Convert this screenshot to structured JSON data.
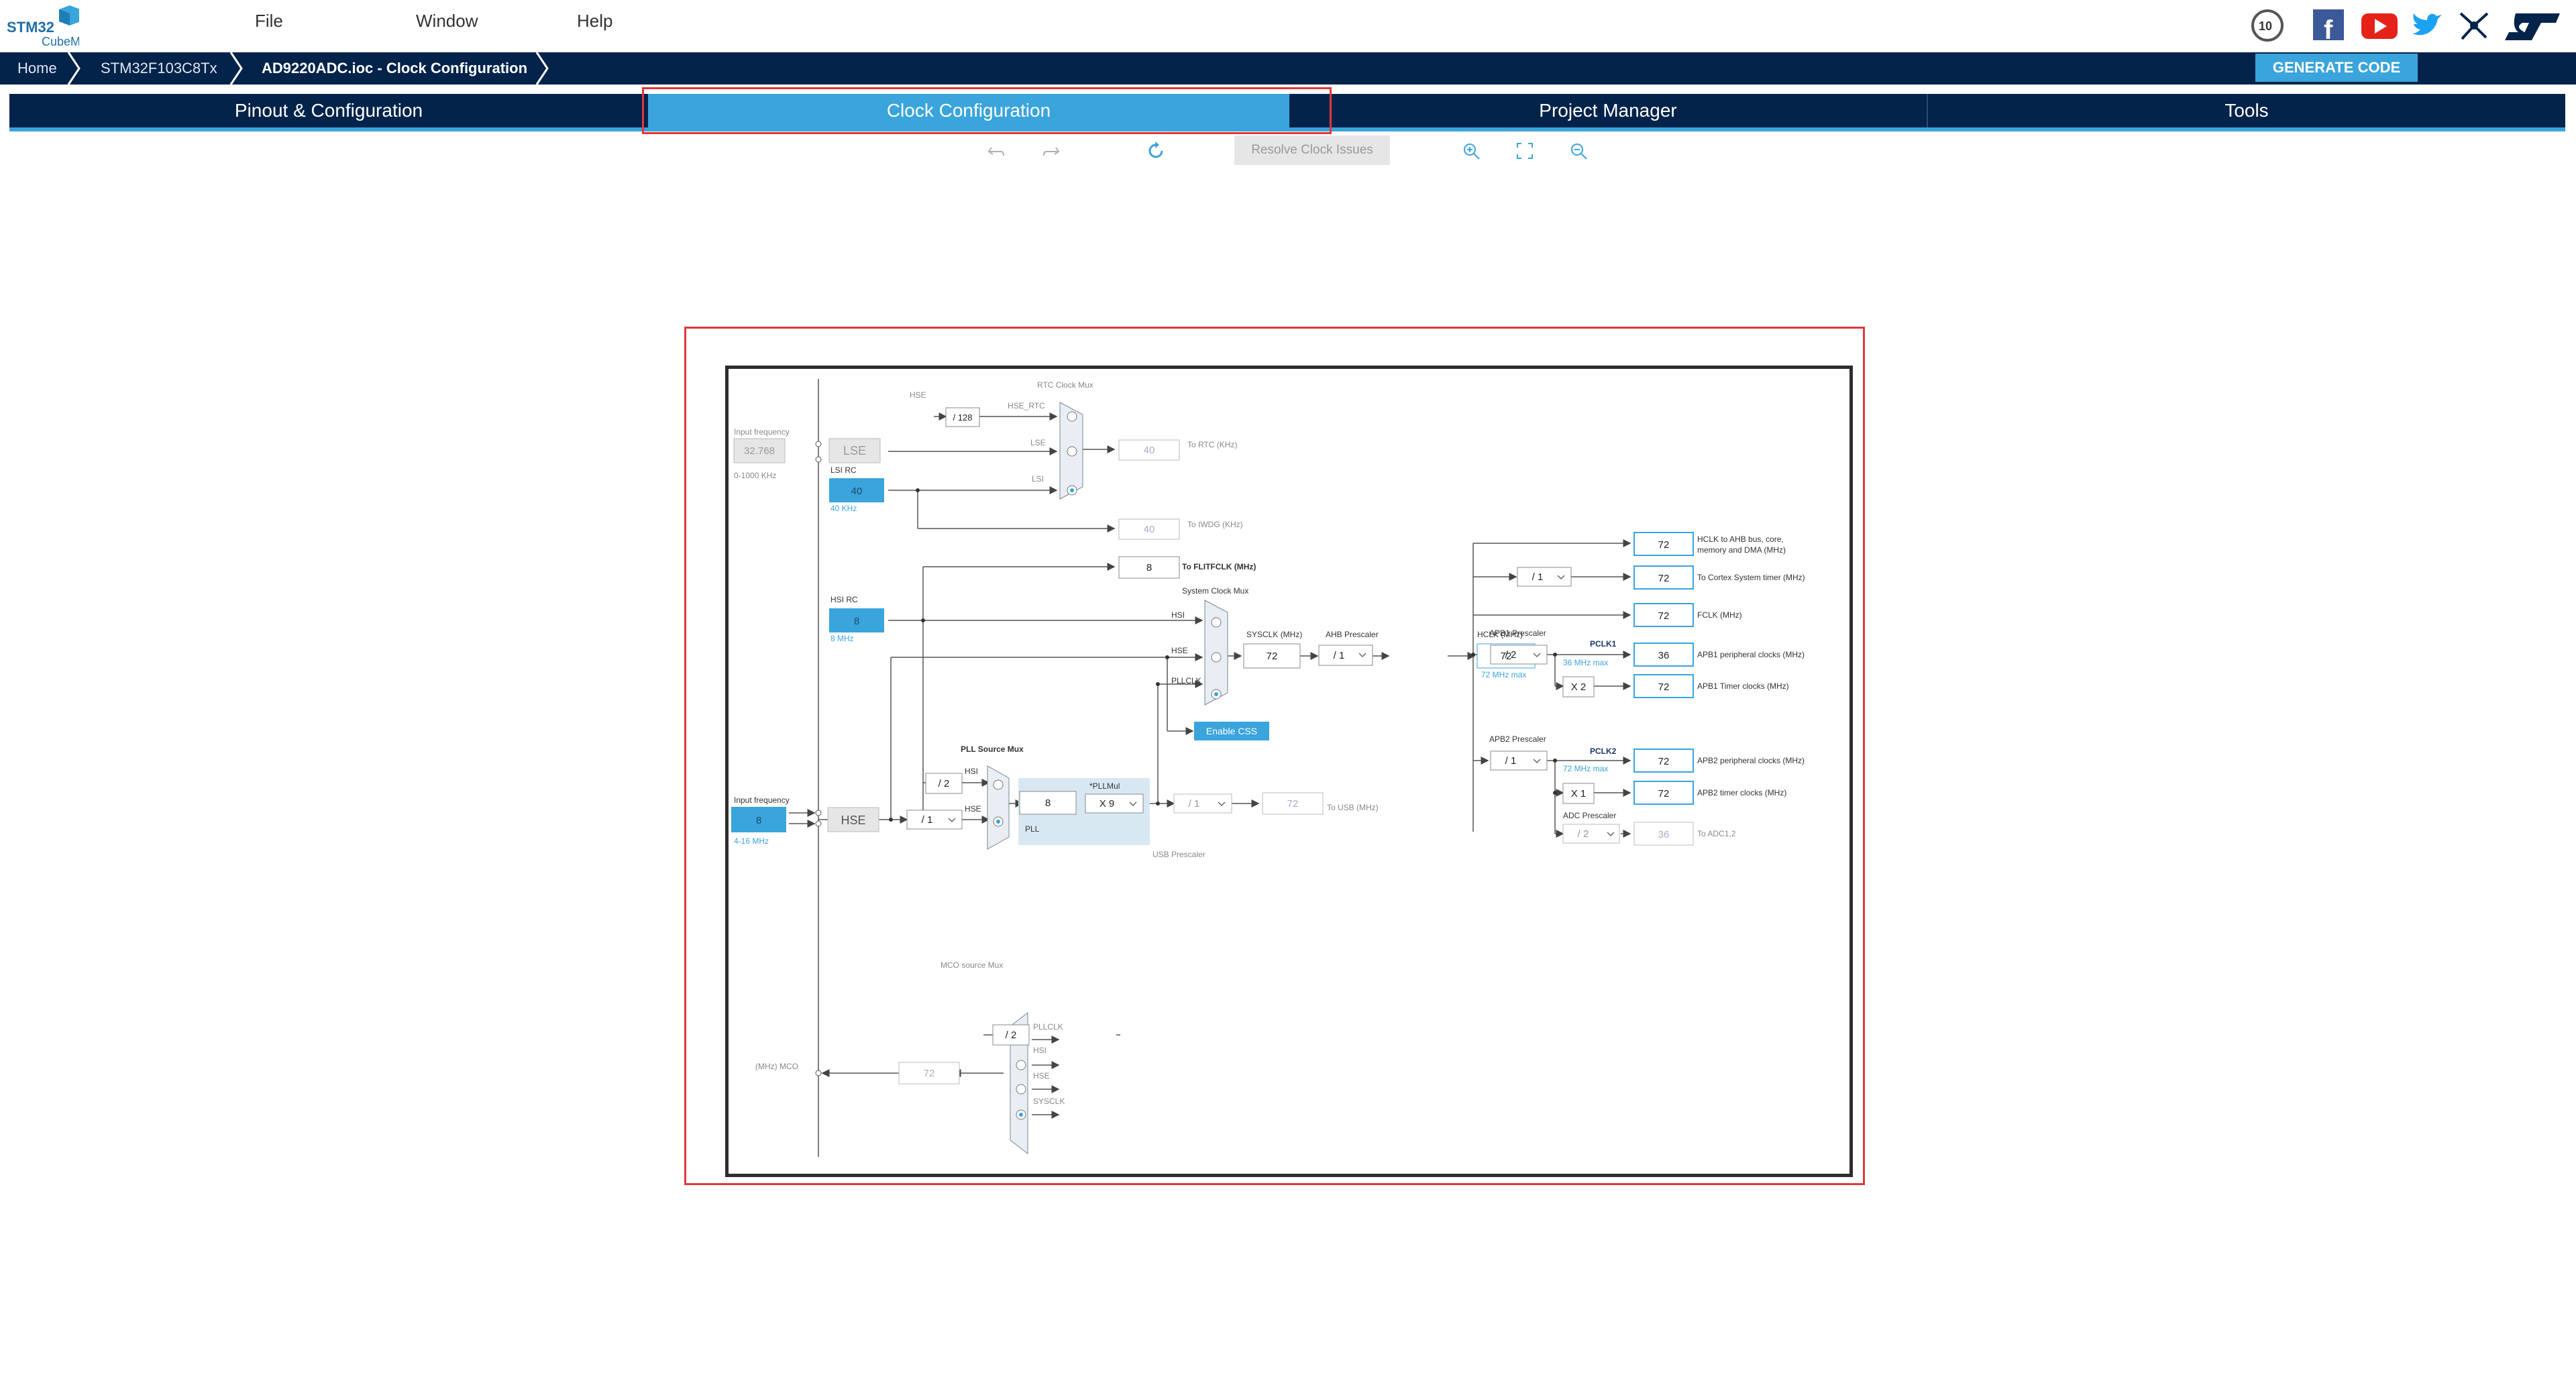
{
  "app": {
    "logo_line1": "STM32",
    "logo_line2": "CubeMX"
  },
  "menu": {
    "file": "File",
    "window": "Window",
    "help": "Help"
  },
  "social_icons": [
    "anniversary-10-icon",
    "facebook-icon",
    "youtube-icon",
    "twitter-icon",
    "network-icon",
    "st-logo-icon"
  ],
  "breadcrumb": {
    "home": "Home",
    "mcu": "STM32F103C8Tx",
    "file": "AD9220ADC.ioc - Clock Configuration"
  },
  "generate_button": "GENERATE CODE",
  "tabs": {
    "pinout": "Pinout & Configuration",
    "clock": "Clock Configuration",
    "project": "Project Manager",
    "tools": "Tools"
  },
  "toolbar": {
    "resolve": "Resolve Clock Issues",
    "icons": [
      "undo-icon",
      "redo-icon",
      "refresh-icon",
      "zoom-in-icon",
      "fit-icon",
      "zoom-out-icon"
    ]
  },
  "colors": {
    "navy": "#03234b",
    "accent": "#3aa4dc",
    "highlight": "#e33737"
  },
  "clock": {
    "input_frequency_label": "Input frequency",
    "lse_freq": "32.768",
    "lse_range": "0-1000 KHz",
    "lse": "LSE",
    "lsi_rc": "LSI RC",
    "lsi_value": "40",
    "lsi_unit": "40 KHz",
    "rtc_mux": "RTC Clock Mux",
    "hse_label": "HSE",
    "div128": "/ 128",
    "hse_rtc": "HSE_RTC",
    "lse_in": "LSE",
    "lsi_in": "LSI",
    "rtc_value": "40",
    "to_rtc": "To RTC (KHz)",
    "iwdg_value": "40",
    "to_iwdg": "To IWDG (KHz)",
    "flit_value": "8",
    "to_flit": "To FLITFCLK (MHz)",
    "hsi_rc": "HSI RC",
    "hsi_value": "8",
    "hsi_unit": "8 MHz",
    "sys_mux": "System Clock Mux",
    "hsi": "HSI",
    "hse": "HSE",
    "pllclk": "PLLCLK",
    "enable_css": "Enable CSS",
    "sysclk_label": "SYSCLK (MHz)",
    "sysclk": "72",
    "ahb_label": "AHB Prescaler",
    "ahb": "/ 1",
    "hclk_label": "HCLK (MHz)",
    "hclk": "72",
    "hclk_max": "72 MHz max",
    "hse_input_value": "8",
    "hse_range": "4-16 MHz",
    "hse_block": "HSE",
    "hse_div": "/ 1",
    "pll_src_mux": "PLL Source Mux",
    "hsi_div2": "/ 2",
    "pll_hsi": "HSI",
    "pll_hse": "HSE",
    "pll_in": "8",
    "pllmul_label": "*PLLMul",
    "pllmul": "X 9",
    "pll": "PLL",
    "usb_label": "USB Prescaler",
    "usb_div": "/ 1",
    "usb_value": "72",
    "to_usb": "To USB (MHz)",
    "mco_mux": "MCO source Mux",
    "mco_label": "(MHz) MCO",
    "mco_value": "72",
    "mco_div2": "/ 2",
    "mco_pllclk": "PLLCLK",
    "mco_hsi": "HSI",
    "mco_hse": "HSE",
    "mco_sysclk": "SYSCLK",
    "out_hclk": "72",
    "out_hclk_label": "HCLK to AHB bus, core,",
    "out_hclk_label2": "memory and DMA (MHz)",
    "cortex_div": "/ 1",
    "out_cortex": "72",
    "out_cortex_label": "To Cortex System timer (MHz)",
    "out_fclk": "72",
    "out_fclk_label": "FCLK (MHz)",
    "apb1_label": "APB1 Prescaler",
    "apb1": "/ 2",
    "pclk1": "PCLK1",
    "pclk1_max": "36 MHz max",
    "out_apb1": "36",
    "out_apb1_label": "APB1 peripheral clocks (MHz)",
    "x2": "X 2",
    "out_apb1t": "72",
    "out_apb1t_label": "APB1 Timer clocks (MHz)",
    "apb2_label": "APB2 Prescaler",
    "apb2": "/ 1",
    "pclk2": "PCLK2",
    "pclk2_max": "72 MHz max",
    "out_apb2": "72",
    "out_apb2_label": "APB2 peripheral clocks (MHz)",
    "x1": "X 1",
    "out_apb2t": "72",
    "out_apb2t_label": "APB2 timer clocks (MHz)",
    "adc_label": "ADC Prescaler",
    "adc": "/ 2",
    "out_adc": "36",
    "out_adc_label": "To ADC1,2"
  }
}
